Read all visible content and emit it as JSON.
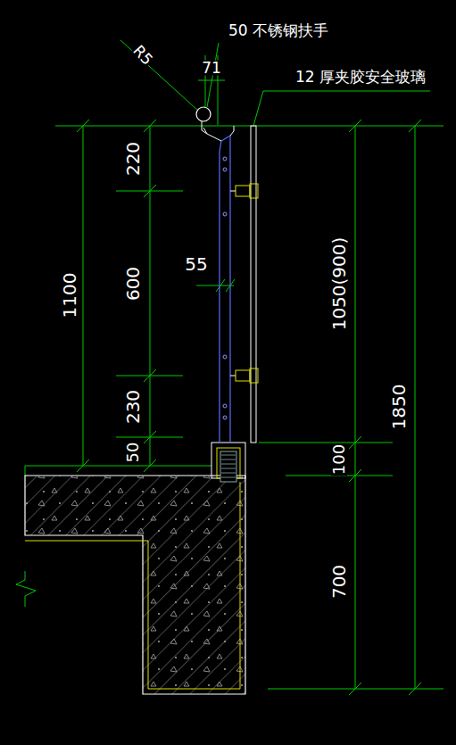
{
  "diagram": {
    "labels": [
      "50 不锈钢扶手",
      "12 厚夹胶安全玻璃",
      "R5",
      "71",
      "1100",
      "220",
      "600",
      "230",
      "50",
      "55",
      "1050(900)",
      "100",
      "700",
      "1850"
    ]
  }
}
